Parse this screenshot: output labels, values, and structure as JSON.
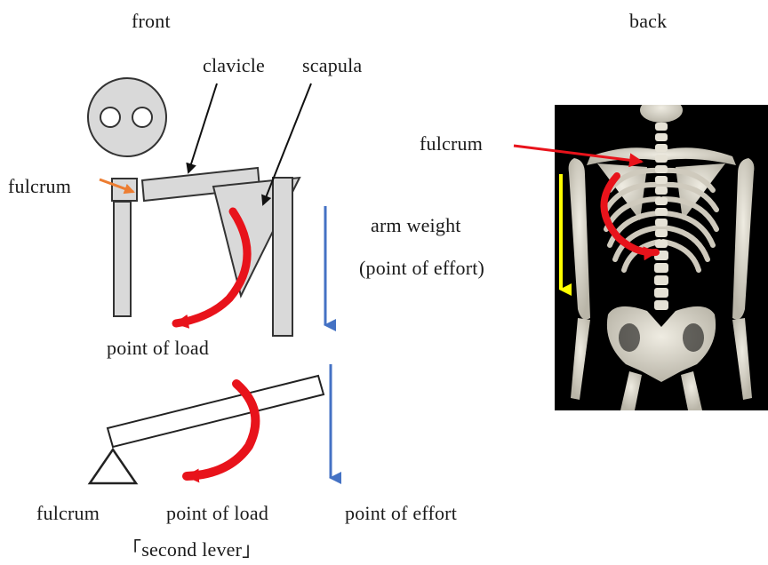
{
  "labels": {
    "front": "front",
    "back": "back",
    "clavicle": "clavicle",
    "scapula": "scapula",
    "fulcrum_front": "fulcrum",
    "fulcrum_back": "fulcrum",
    "arm_weight": "arm weight",
    "point_of_effort_paren": "(point of effort)",
    "point_of_load_top": "point of load",
    "fulcrum_lever": "fulcrum",
    "point_of_load_lever": "point of load",
    "point_of_effort_lever": "point of effort",
    "second_lever": "「second lever」"
  },
  "colors": {
    "red_arrow": "#e8131b",
    "blue_arrow": "#4472c4",
    "orange_arrow": "#ed7d31",
    "yellow_arrow": "#ffff00",
    "bone_fill": "#d9d9d9",
    "outline": "#333333"
  }
}
